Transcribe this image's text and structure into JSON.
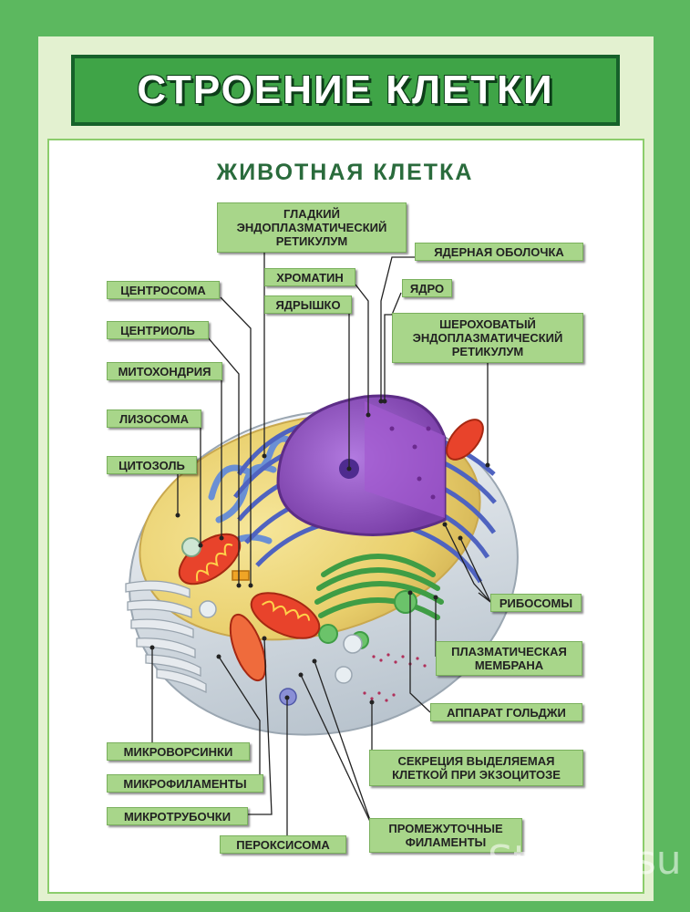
{
  "title": "СТРОЕНИЕ КЛЕТКИ",
  "subtitle": "ЖИВОТНАЯ КЛЕТКА",
  "watermark": "Stendy.su",
  "colors": {
    "frame": "#5cb85f",
    "banner": "#3fa447",
    "label_bg": "#a8d68a",
    "nucleus": "#8a4fb5",
    "er": "#5b6fc9",
    "golgi": "#4aa84a",
    "mitochondria": "#e24a2a"
  },
  "labels": {
    "smooth_er": "ГЛАДКИЙ ЭНДОПЛАЗМАТИЧЕСКИЙ РЕТИКУЛУМ",
    "nuclear_envelope": "ЯДЕРНАЯ ОБОЛОЧКА",
    "chromatin": "ХРОМАТИН",
    "nucleus": "ЯДРО",
    "nucleolus": "ЯДРЫШКО",
    "centrosome": "ЦЕНТРОСОМА",
    "rough_er": "ШЕРОХОВАТЫЙ ЭНДОПЛАЗМАТИЧЕСКИЙ РЕТИКУЛУМ",
    "centriole": "ЦЕНТРИОЛЬ",
    "mitochondrion": "МИТОХОНДРИЯ",
    "lysosome": "ЛИЗОСОМА",
    "cytosol": "ЦИТОЗОЛЬ",
    "ribosomes": "РИБОСОМЫ",
    "plasma_membrane": "ПЛАЗМАТИЧЕСКАЯ МЕМБРАНА",
    "golgi": "АППАРАТ ГОЛЬДЖИ",
    "microvilli": "МИКРОВОРСИНКИ",
    "secretion": "СЕКРЕЦИЯ ВЫДЕЛЯЕМАЯ КЛЕТКОЙ ПРИ ЭКЗОЦИТОЗЕ",
    "microfilaments": "МИКРОФИЛАМЕНТЫ",
    "microtubules": "МИКРОТРУБОЧКИ",
    "intermediate_filaments": "ПРОМЕЖУТОЧНЫЕ ФИЛАМЕНТЫ",
    "peroxisome": "ПЕРОКСИСОМА"
  }
}
